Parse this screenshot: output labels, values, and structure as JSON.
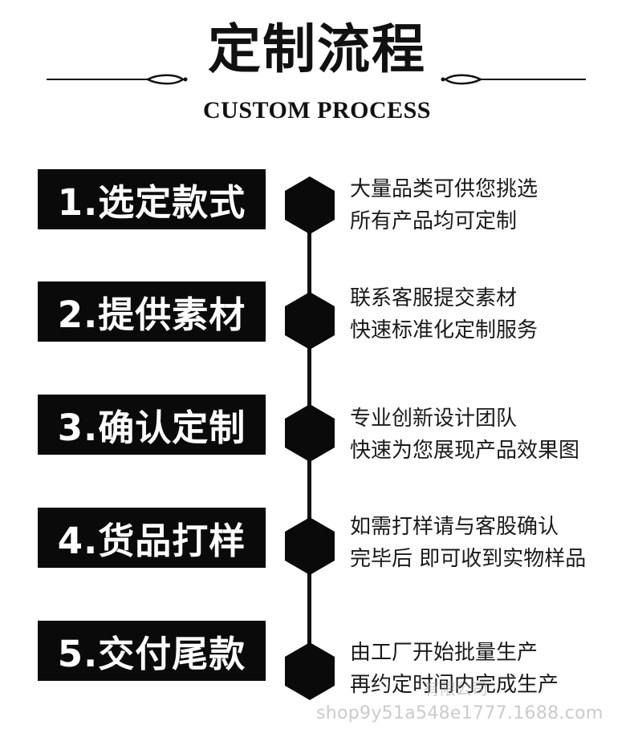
{
  "header": {
    "title": "定制流程",
    "subtitle": "CUSTOM PROCESS"
  },
  "steps": [
    {
      "label": "1.选定款式",
      "lines": [
        "大量品类可供您挑选",
        "所有产品均可定制"
      ]
    },
    {
      "label": "2.提供素材",
      "lines": [
        "联系客服提交素材",
        "快速标准化定制服务"
      ]
    },
    {
      "label": "3.确认定制",
      "lines": [
        "专业创新设计团队",
        "快速为您展现产品效果图"
      ]
    },
    {
      "label": "4.货品打样",
      "lines": [
        "如需打样请与客股确认",
        "完毕后 即可收到实物样品"
      ]
    },
    {
      "label": "5.交付尾款",
      "lines": [
        "由工厂开始批量生产",
        "再约定时间内完成生产"
      ]
    }
  ],
  "watermark": {
    "company": "有限公司",
    "url": "shop9y51a548e1777.1688.com"
  },
  "colors": {
    "box_background": "#0a0a0a",
    "box_text": "#ffffff",
    "timeline": "#111111",
    "body_text": "#1a1a1a"
  }
}
